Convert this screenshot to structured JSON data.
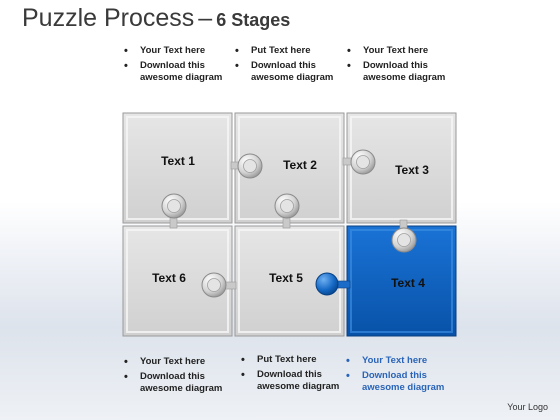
{
  "title": {
    "main": "Puzzle Process",
    "dash": "–",
    "sub": "6 Stages"
  },
  "top_bullets": [
    {
      "items": [
        "Your Text here",
        "Download this awesome diagram"
      ]
    },
    {
      "items": [
        "Put Text here",
        "Download this awesome diagram"
      ]
    },
    {
      "items": [
        "Your Text here",
        "Download this awesome diagram"
      ]
    }
  ],
  "bottom_bullets": [
    {
      "items": [
        "Your Text here",
        "Download this awesome diagram"
      ]
    },
    {
      "items": [
        "Put Text here",
        "Download this awesome diagram"
      ]
    },
    {
      "items": [
        "Your Text here",
        "Download this awesome diagram"
      ]
    }
  ],
  "pieces": [
    {
      "label": "Text 1"
    },
    {
      "label": "Text 2"
    },
    {
      "label": "Text 3"
    },
    {
      "label": "Text 6"
    },
    {
      "label": "Text 5"
    },
    {
      "label": "Text 4"
    }
  ],
  "logo": "Your Logo",
  "colors": {
    "piece_gray": "#dcdcdc",
    "highlight_blue": "#0b63c4",
    "text_blue": "#2a64b8"
  }
}
